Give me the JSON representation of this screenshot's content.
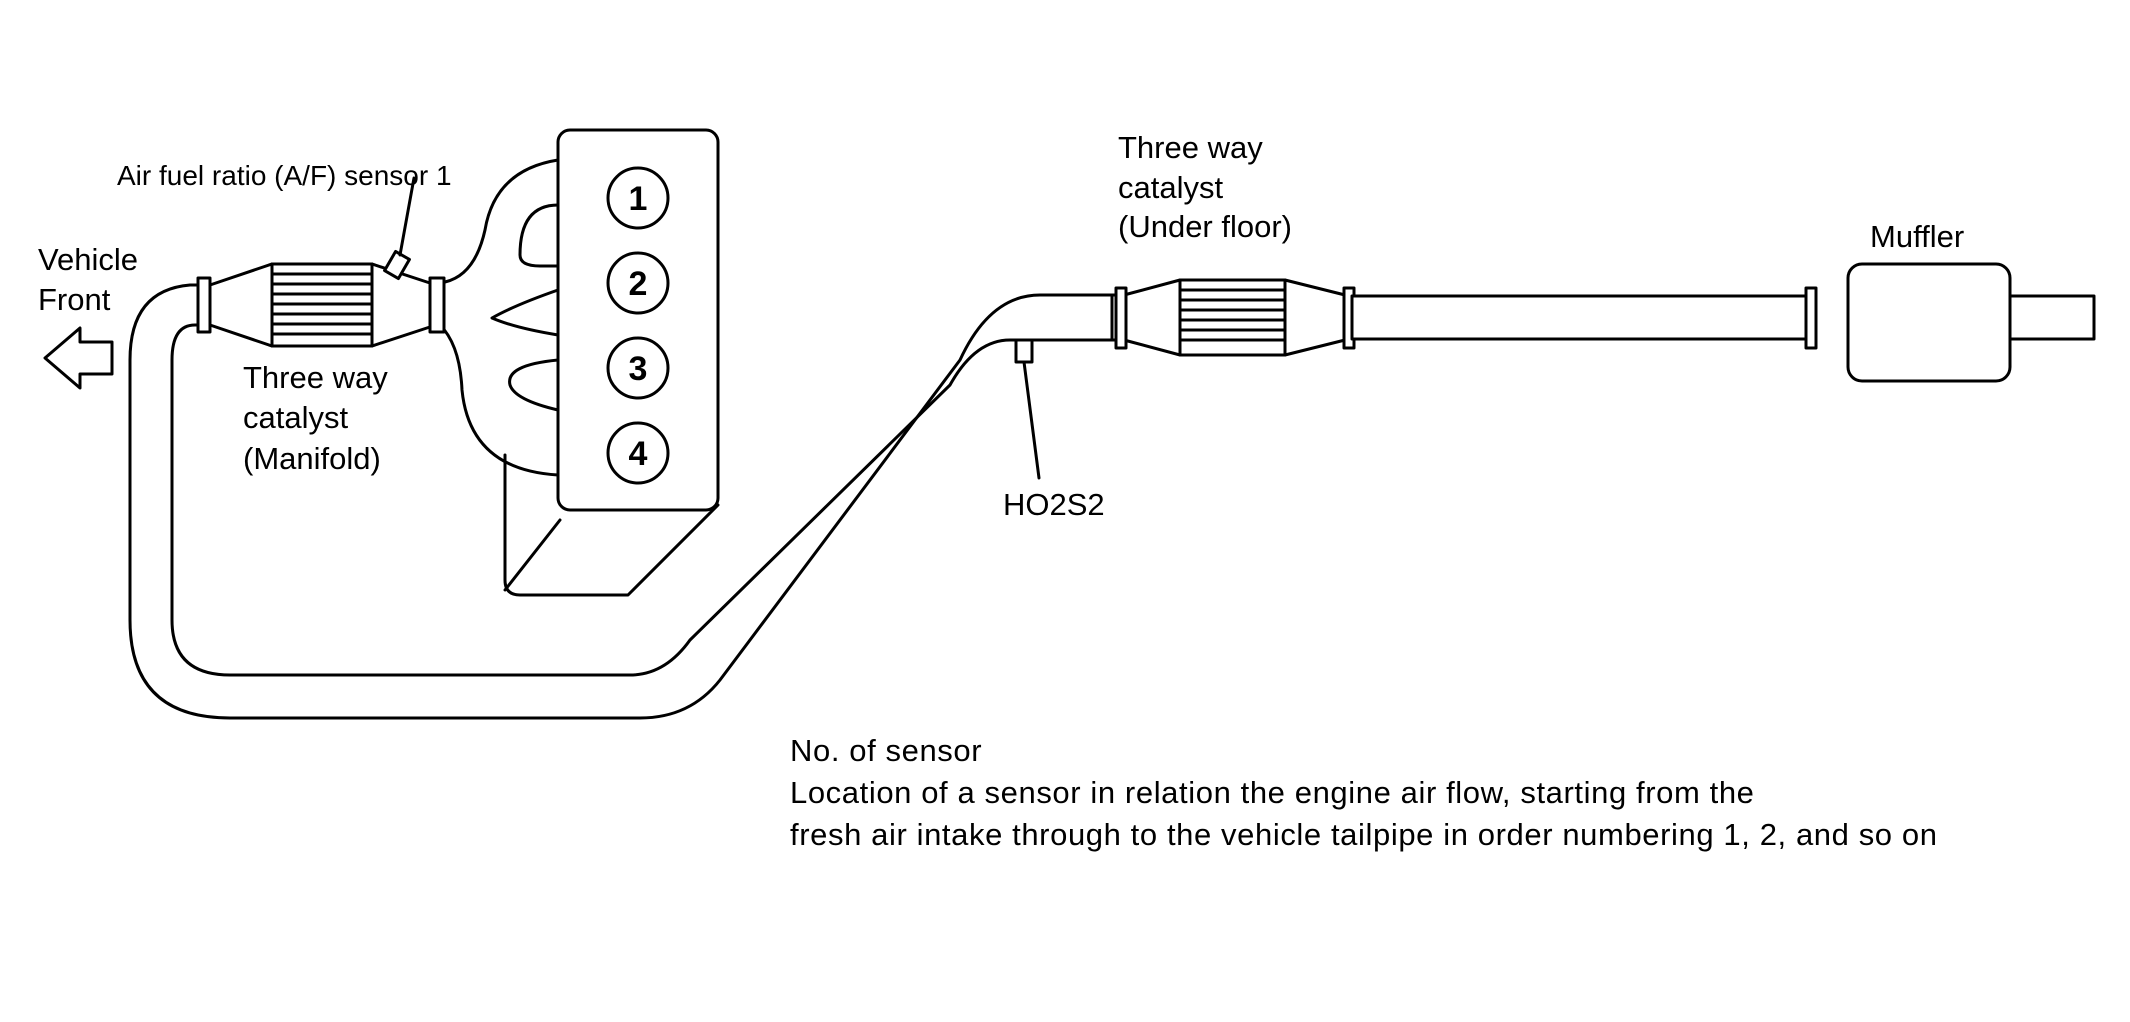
{
  "labels": {
    "vehicle_front": [
      "Vehicle",
      "Front"
    ],
    "af_sensor": "Air fuel ratio (A/F) sensor 1",
    "manifold_catalyst": [
      "Three way",
      "catalyst",
      "(Manifold)"
    ],
    "underfloor_catalyst": [
      "Three way",
      "catalyst",
      "(Under floor)"
    ],
    "muffler": "Muffler",
    "ho2s2": "HO2S2"
  },
  "cylinders": [
    "1",
    "2",
    "3",
    "4"
  ],
  "note": {
    "title": "No. of sensor",
    "lines": [
      "Location of a sensor in relation the engine air flow, starting from the",
      "fresh air intake through to the vehicle tailpipe in order numbering 1, 2, and so on"
    ]
  }
}
